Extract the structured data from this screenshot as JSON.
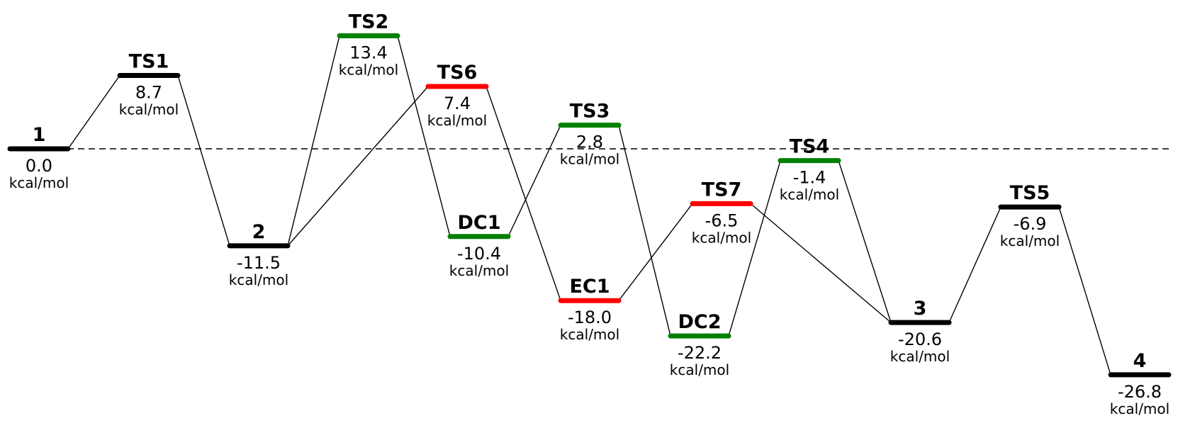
{
  "chart_data": {
    "type": "energy-profile",
    "unit": "kcal/mol",
    "reference_value": 0.0,
    "colors": {
      "black": "#000000",
      "green": "#008000",
      "red": "#ff0000"
    },
    "levels": [
      {
        "id": "1",
        "label": "1",
        "value": "0.0",
        "energy": 0.0,
        "color": "black"
      },
      {
        "id": "TS1",
        "label": "TS1",
        "value": "8.7",
        "energy": 8.7,
        "color": "black"
      },
      {
        "id": "2",
        "label": "2",
        "value": "-11.5",
        "energy": -11.5,
        "color": "black"
      },
      {
        "id": "TS2",
        "label": "TS2",
        "value": "13.4",
        "energy": 13.4,
        "color": "green"
      },
      {
        "id": "TS6",
        "label": "TS6",
        "value": "7.4",
        "energy": 7.4,
        "color": "red"
      },
      {
        "id": "DC1",
        "label": "DC1",
        "value": "-10.4",
        "energy": -10.4,
        "color": "green"
      },
      {
        "id": "TS3",
        "label": "TS3",
        "value": "2.8",
        "energy": 2.8,
        "color": "green"
      },
      {
        "id": "EC1",
        "label": "EC1",
        "value": "-18.0",
        "energy": -18.0,
        "color": "red"
      },
      {
        "id": "DC2",
        "label": "DC2",
        "value": "-22.2",
        "energy": -22.2,
        "color": "green"
      },
      {
        "id": "TS7",
        "label": "TS7",
        "value": "-6.5",
        "energy": -6.5,
        "color": "red"
      },
      {
        "id": "TS4",
        "label": "TS4",
        "value": "-1.4",
        "energy": -1.4,
        "color": "green"
      },
      {
        "id": "3",
        "label": "3",
        "value": "-20.6",
        "energy": -20.6,
        "color": "black"
      },
      {
        "id": "TS5",
        "label": "TS5",
        "value": "-6.9",
        "energy": -6.9,
        "color": "black"
      },
      {
        "id": "4",
        "label": "4",
        "value": "-26.8",
        "energy": -26.8,
        "color": "black"
      }
    ],
    "connections": [
      [
        "1",
        "TS1"
      ],
      [
        "TS1",
        "2"
      ],
      [
        "2",
        "TS2"
      ],
      [
        "TS2",
        "DC1"
      ],
      [
        "2",
        "TS6"
      ],
      [
        "TS6",
        "EC1"
      ],
      [
        "DC1",
        "TS3"
      ],
      [
        "TS3",
        "DC2"
      ],
      [
        "EC1",
        "TS7"
      ],
      [
        "TS7",
        "3"
      ],
      [
        "DC2",
        "TS4"
      ],
      [
        "TS4",
        "3"
      ],
      [
        "3",
        "TS5"
      ],
      [
        "TS5",
        "4"
      ]
    ]
  }
}
